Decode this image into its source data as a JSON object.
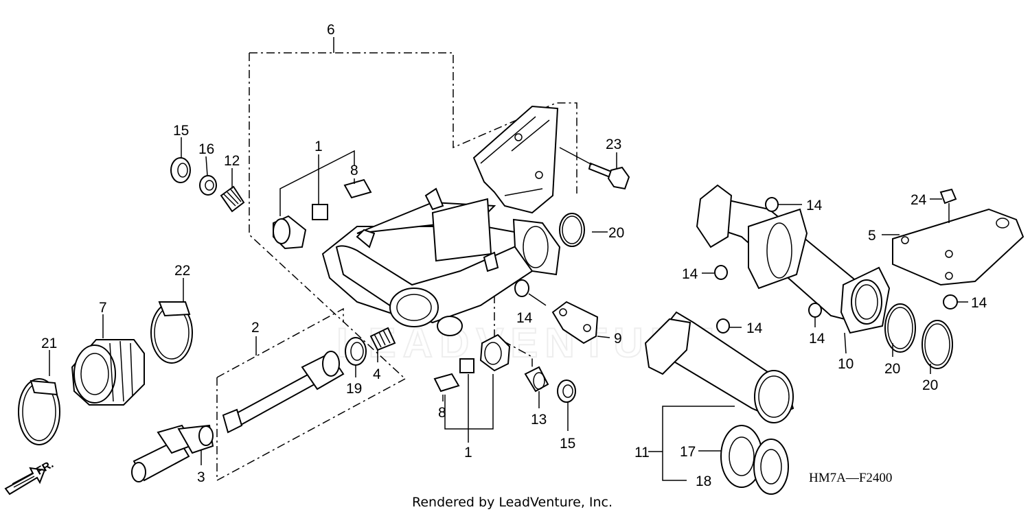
{
  "diagram": {
    "code": "HM7A—F2400",
    "credit": "Rendered by LeadVenture, Inc.",
    "watermark": "LEADVENTURE",
    "direction_label": "FR.",
    "callouts": {
      "c6": "6",
      "c15a": "15",
      "c16": "16",
      "c12": "12",
      "c1a": "1",
      "c8a": "8",
      "c23": "23",
      "c20a": "20",
      "c22": "22",
      "c7": "7",
      "c21": "21",
      "c2": "2",
      "c19": "19",
      "c4": "4",
      "c3": "3",
      "c8b": "8",
      "c1b": "1",
      "c14a": "14",
      "c9": "9",
      "c13": "13",
      "c15b": "15",
      "c14b": "14",
      "c14c": "14",
      "c14d": "14",
      "c14e": "14",
      "c14f": "14",
      "c24": "24",
      "c5": "5",
      "c10": "10",
      "c20b": "20",
      "c20c": "20",
      "c11": "11",
      "c17": "17",
      "c18": "18"
    }
  }
}
